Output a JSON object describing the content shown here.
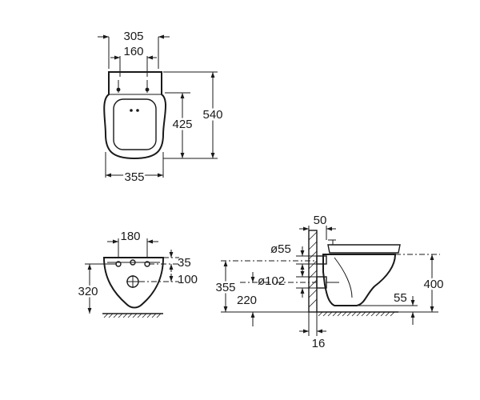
{
  "top_view": {
    "width_top": "305",
    "bracket_spacing": "160",
    "bowl_width": "355",
    "bowl_length": "425",
    "total_length": "540"
  },
  "front_view": {
    "bracket_spacing": "180",
    "bracket_offset": "35",
    "outlet_offset": "100",
    "bracket_height": "320"
  },
  "side_view": {
    "wall_thickness": "50",
    "inlet_diameter": "ø55",
    "outlet_diameter": "ø102",
    "inlet_height": "355",
    "outlet_height": "220",
    "rim_height": "400",
    "floor_clearance": "55",
    "wall_offset": "16"
  }
}
